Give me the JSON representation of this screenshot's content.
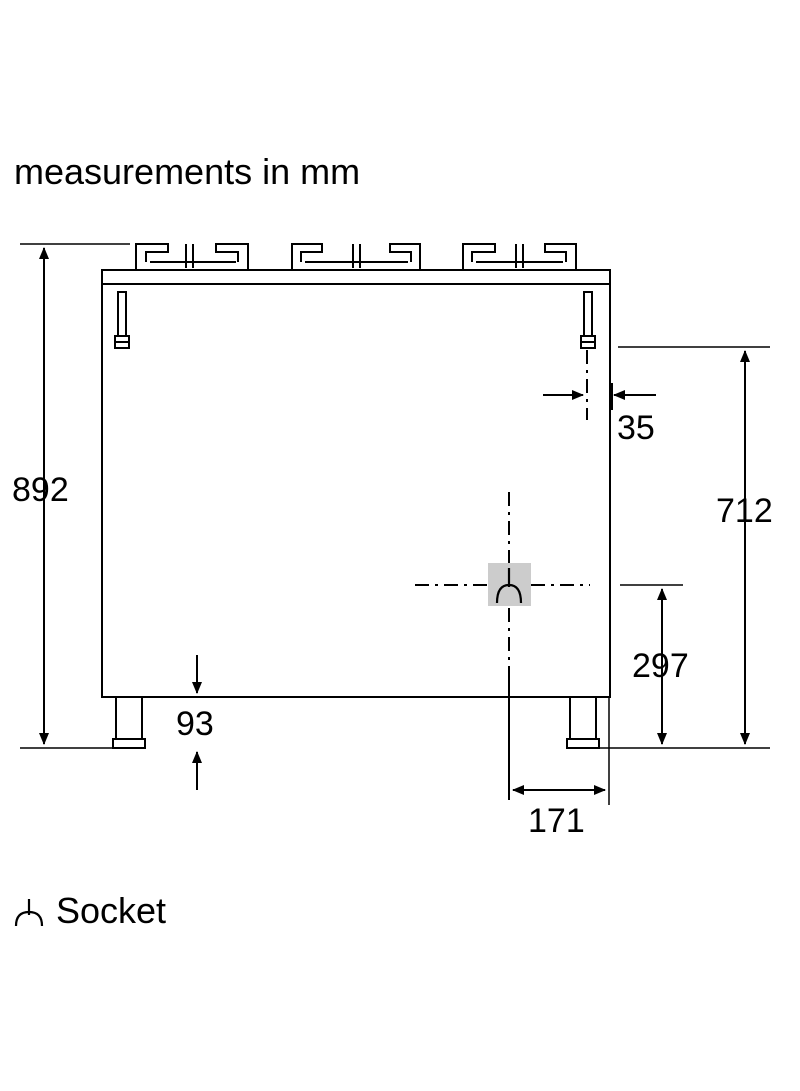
{
  "title": "measurements in mm",
  "dimensions": {
    "overall_height": "892",
    "socket_height_from_top_zone": "712",
    "side_offset": "35",
    "socket_height_from_floor": "297",
    "leg_height": "93",
    "socket_from_right_edge": "171"
  },
  "legend": {
    "symbol_icon": "socket-symbol-icon",
    "label": "Socket"
  },
  "colors": {
    "line": "#000000",
    "socket_highlight": "#cccccc"
  }
}
